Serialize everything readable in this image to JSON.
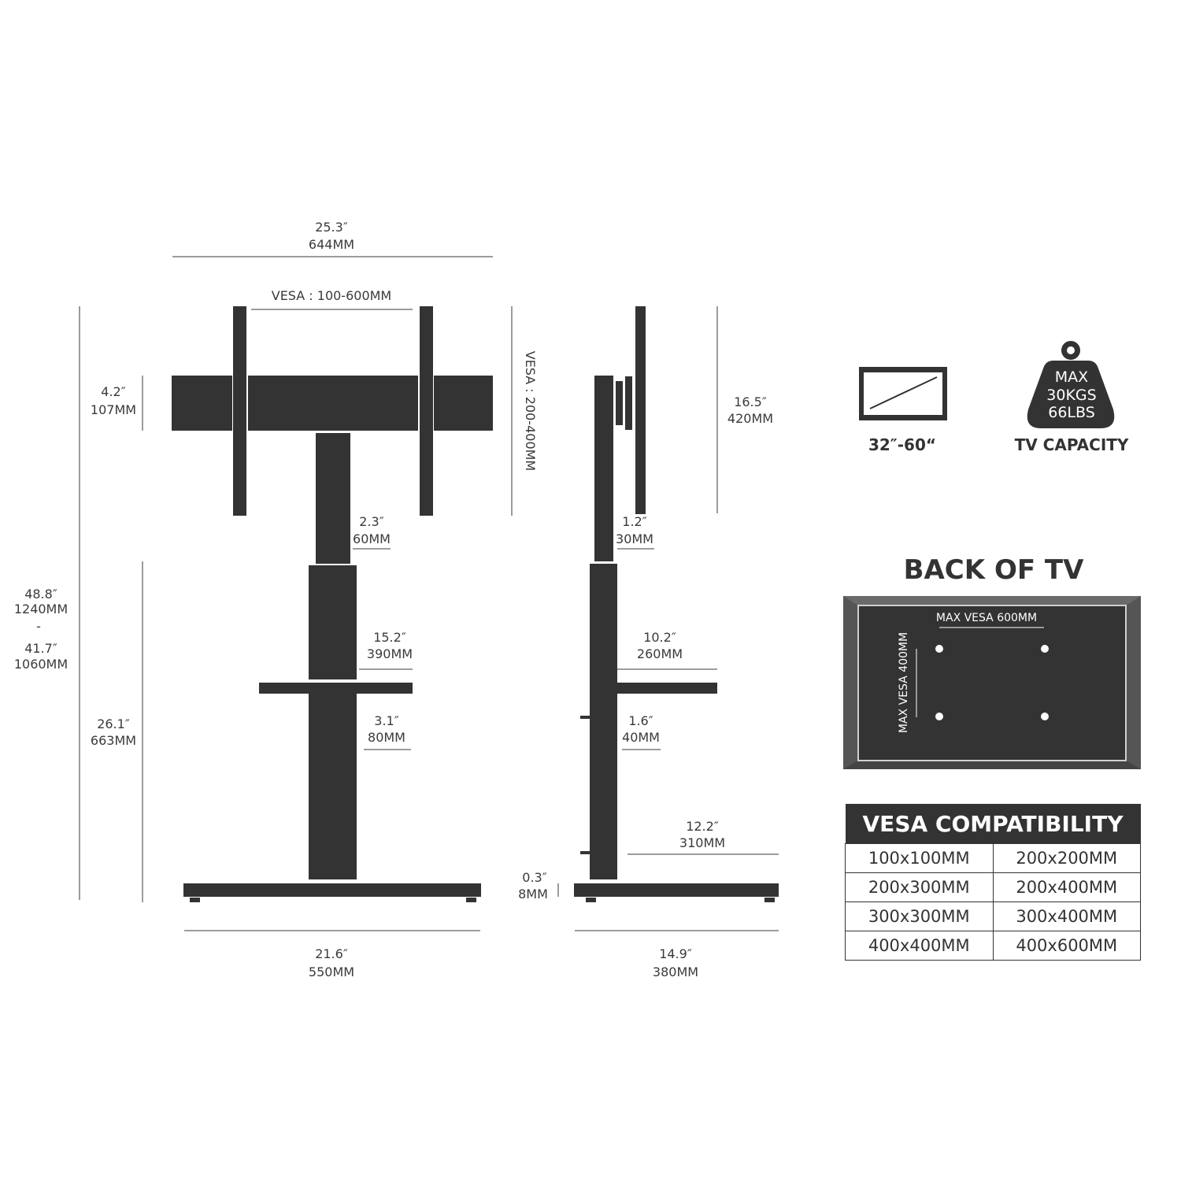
{
  "front_view": {
    "overall_width": {
      "in": "25.3″",
      "mm": "644MM"
    },
    "vesa_horizontal": "VESA : 100-600MM",
    "vesa_vertical": "VESA : 200-400MM",
    "bracket_height": {
      "in": "4.2″",
      "mm": "107MM"
    },
    "total_height": {
      "max_in": "48.8″",
      "max_mm": "1240MM",
      "separator": "-",
      "min_in": "41.7″",
      "min_mm": "1060MM"
    },
    "pole_width": {
      "in": "2.3″",
      "mm": "60MM"
    },
    "shelf_width": {
      "in": "15.2″",
      "mm": "390MM"
    },
    "lower_pole_width": {
      "in": "3.1″",
      "mm": "80MM"
    },
    "shelf_height": {
      "in": "26.1″",
      "mm": "663MM"
    },
    "base_width": {
      "in": "21.6″",
      "mm": "550MM"
    }
  },
  "side_view": {
    "plate_height": {
      "in": "16.5″",
      "mm": "420MM"
    },
    "pole_depth": {
      "in": "1.2″",
      "mm": "30MM"
    },
    "shelf_depth": {
      "in": "10.2″",
      "mm": "260MM"
    },
    "pole_lower_depth": {
      "in": "1.6″",
      "mm": "40MM"
    },
    "base_front": {
      "in": "12.2″",
      "mm": "310MM"
    },
    "base_thickness": {
      "in": "0.3″",
      "mm": "8MM"
    },
    "base_depth": {
      "in": "14.9″",
      "mm": "380MM"
    }
  },
  "specs": {
    "screen_size": "32″-60“",
    "weight_lines": [
      "MAX",
      "30KGS",
      "66LBS"
    ],
    "capacity_label": "TV CAPACITY"
  },
  "back_of_tv": {
    "title": "BACK OF TV",
    "max_vesa_h": "MAX VESA 600MM",
    "max_vesa_v": "MAX VESA 400MM"
  },
  "vesa_table": {
    "title": "VESA COMPATIBILITY",
    "rows": [
      [
        "100x100MM",
        "200x200MM"
      ],
      [
        "200x300MM",
        "200x400MM"
      ],
      [
        "300x300MM",
        "300x400MM"
      ],
      [
        "400x400MM",
        "400x600MM"
      ]
    ]
  }
}
